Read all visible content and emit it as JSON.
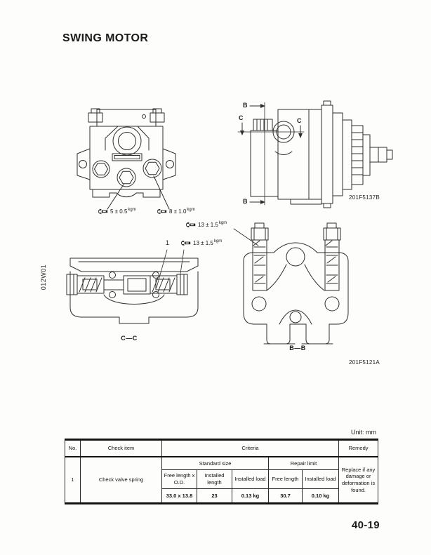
{
  "page": {
    "title": "SWING MOTOR",
    "side_code": "012W01",
    "page_number": "40-19"
  },
  "figures": {
    "front_view": {
      "torques": [
        {
          "value": "5 ± 0.5",
          "unit": "kgm"
        },
        {
          "value": "8 ± 1.0",
          "unit": "kgm"
        }
      ]
    },
    "side_view": {
      "code": "201F5137B",
      "label_b": "B",
      "label_c": "C"
    },
    "section_cc": {
      "label": "C—C",
      "callout": "1",
      "torque": {
        "value": "13 ± 1.5",
        "unit": "kgm"
      }
    },
    "section_bb": {
      "label": "B—B",
      "code": "201F5121A",
      "torque": {
        "value": "13 ± 1.5",
        "unit": "kgm"
      }
    }
  },
  "table": {
    "unit_note": "Unit: mm",
    "headers": {
      "no": "No.",
      "check_item": "Check item",
      "criteria": "Criteria",
      "remedy": "Remedy",
      "standard_size": "Standard size",
      "repair_limit": "Repair limit",
      "free_length_od": "Free length x O.D.",
      "installed_length": "Installed length",
      "installed_load": "Installed load",
      "free_length": "Free length",
      "installed_load_repair": "Installed load"
    },
    "row": {
      "no": "1",
      "check_item": "Check valve spring",
      "free_length_od": "33.0 x 13.8",
      "installed_length": "23",
      "installed_load": "0.13 kg",
      "free_length": "30.7",
      "installed_load_repair": "0.10 kg",
      "remedy": "Replace if any damage or deformation is found."
    }
  }
}
